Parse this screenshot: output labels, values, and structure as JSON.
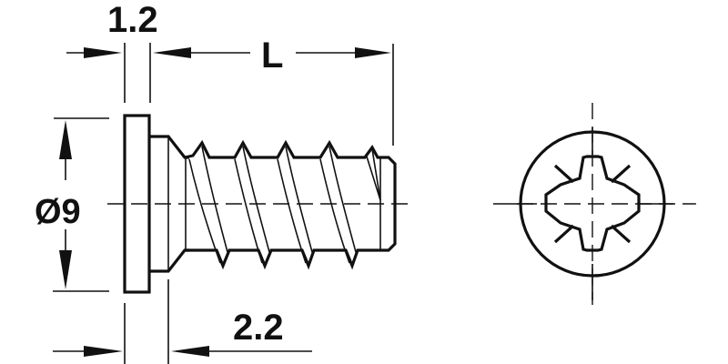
{
  "drawing": {
    "subject": "Euro screw, Pozidriv head",
    "dimensions": {
      "head_thickness": "1.2",
      "length": "L",
      "head_diameter": "Ø9",
      "collar_length": "2.2"
    },
    "views": {
      "side": "side-view",
      "end": "end-view"
    },
    "colors": {
      "line": "#111111",
      "background": "#ffffff"
    }
  }
}
